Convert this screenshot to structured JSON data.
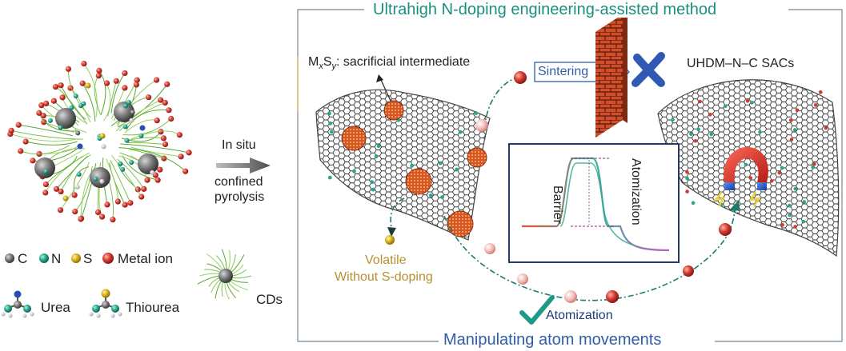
{
  "panel": {
    "top_title": "Ultrahigh N-doping engineering-assisted method",
    "bottom_title": "Manipulating atom movements"
  },
  "left": {
    "step_line1": "In situ",
    "step_line2": "confined",
    "step_line3": "pyrolysis",
    "legend": {
      "c": "C",
      "n": "N",
      "s": "S",
      "metal": "Metal ion",
      "urea": "Urea",
      "thiourea": "Thiourea",
      "cds": "CDs"
    }
  },
  "labels": {
    "mxsy_m": "M",
    "mxsy_x": "x",
    "mxsy_s": "S",
    "mxsy_y": "y",
    "mxsy_rest": ": sacrificial intermediate",
    "sintering": "Sintering",
    "product": "UHDM–N–C SACs",
    "volatile_line1": "Volatile",
    "volatile_line2": "Without S-doping",
    "atomization_bottom": "Atomization",
    "inset_barrier": "Barrier",
    "inset_atomization": "Atomization"
  },
  "colors": {
    "teal_title": "#1a8f80",
    "blue_title": "#2e5fa8",
    "carbon": "#6e6e6e",
    "nitrogen": "#2aa58f",
    "sulfur": "#d6b21a",
    "metal": "#d03a32",
    "gold_text": "#b8902e",
    "brick": "#d8502c",
    "cross_blue": "#2f59b5",
    "check_teal": "#1e9a86"
  },
  "icons": [
    "cross-icon",
    "check-icon",
    "magnet-icon",
    "brick-wall-icon",
    "arrow-icon"
  ]
}
